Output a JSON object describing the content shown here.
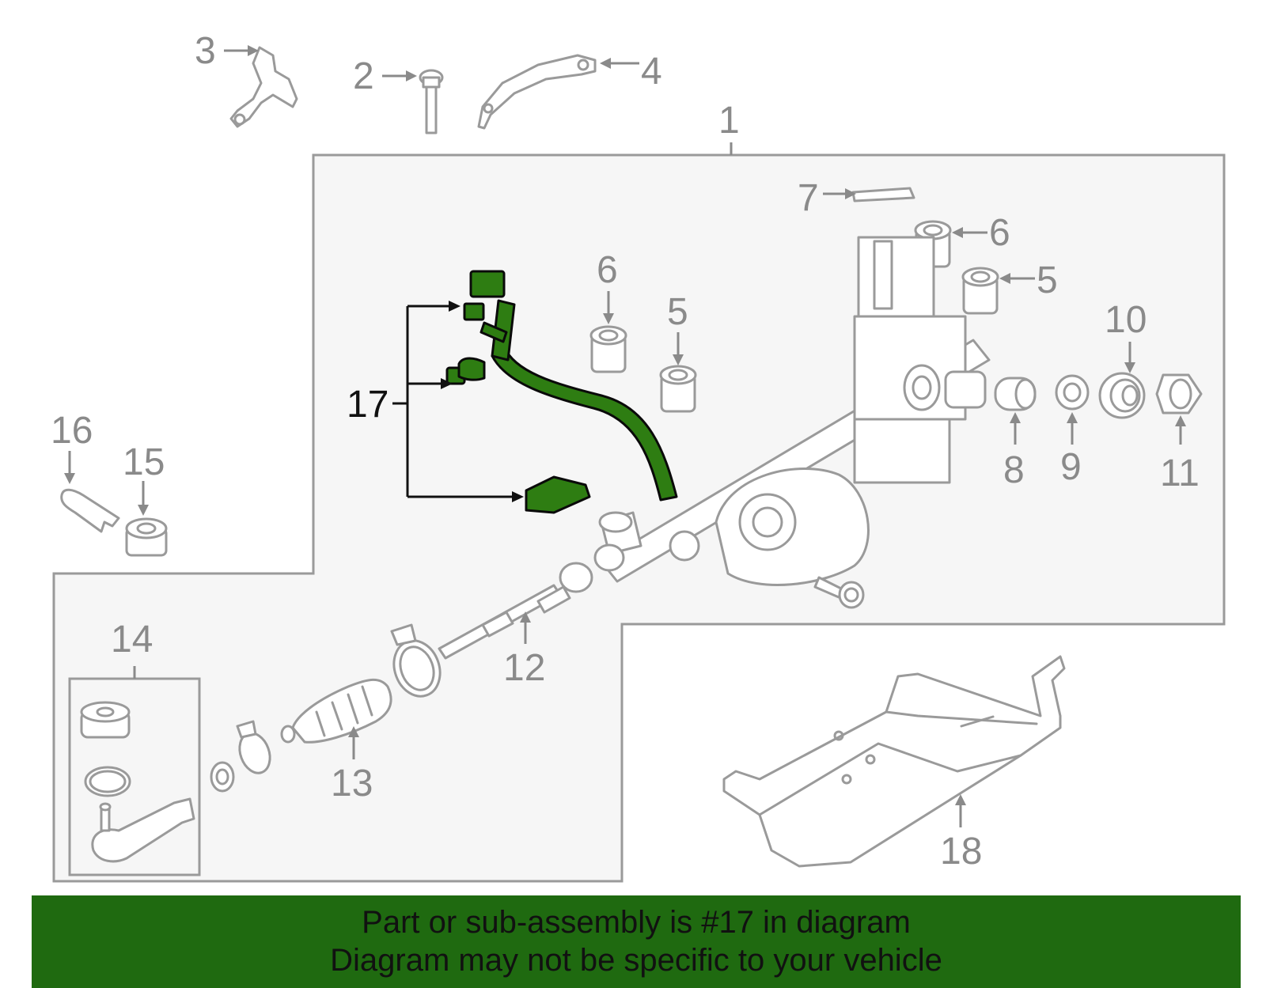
{
  "callouts": {
    "c1": "1",
    "c2": "2",
    "c3": "3",
    "c4": "4",
    "c5a": "5",
    "c5b": "5",
    "c6a": "6",
    "c6b": "6",
    "c7": "7",
    "c8": "8",
    "c9": "9",
    "c10": "10",
    "c11": "11",
    "c12": "12",
    "c13": "13",
    "c14": "14",
    "c15": "15",
    "c16": "16",
    "c17": "17",
    "c18": "18"
  },
  "banner": {
    "line1": "Part or sub-assembly is #17 in diagram",
    "line2": "Diagram may not be specific to your vehicle"
  },
  "colors": {
    "highlight": "#2e7d12",
    "banner": "#1f6a10",
    "line_art": "#9a9a9a"
  }
}
